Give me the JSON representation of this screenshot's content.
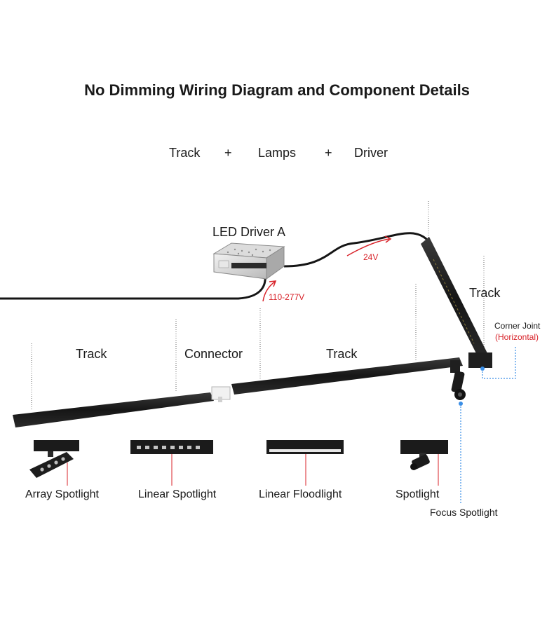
{
  "title": "No Dimming Wiring Diagram and Component Details",
  "formula": {
    "part1": "Track",
    "plus1": "+",
    "part2": "Lamps",
    "plus2": "+",
    "part3": "Driver"
  },
  "labels": {
    "led_driver": "LED Driver A",
    "voltage_out": "24V",
    "voltage_in": "110-277V",
    "track_right": "Track",
    "track_left": "Track",
    "connector": "Connector",
    "track_middle": "Track",
    "corner_joint": "Corner Joint",
    "corner_joint_sub": "(Horizontal)",
    "focus_spotlight": "Focus Spotlight"
  },
  "lamps": [
    {
      "label": "Array Spotlight"
    },
    {
      "label": "Linear Spotlight"
    },
    {
      "label": "Linear Floodlight"
    },
    {
      "label": "Spotlight"
    }
  ],
  "colors": {
    "text": "#1a1a1a",
    "accent_red": "#d8232a",
    "marker_blue": "#3a8ee6",
    "fixture_black": "#1b1b1b"
  }
}
